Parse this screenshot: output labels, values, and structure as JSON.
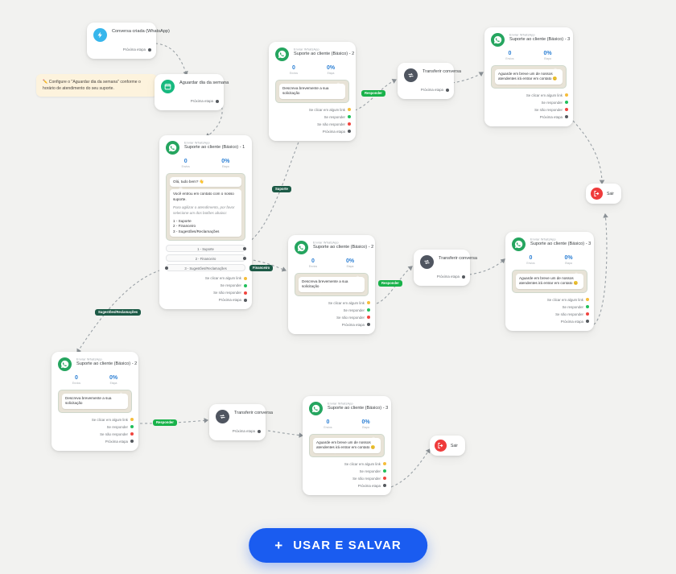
{
  "labels": {
    "kicker": "Enviar WhatsApp",
    "stat_total_label": "Envios",
    "stat_pct_label": "Etapa",
    "port_link": "Se clicar em algum link",
    "port_reply": "Se responder",
    "port_noreply": "Se não responder",
    "port_next": "Próxima etapa"
  },
  "note": {
    "icon": "pencil-icon",
    "text": "Configure o \"Aguardar dia da semana\" conforme o horário de atendimento do seu suporte."
  },
  "nodes": {
    "trigger": {
      "icon": "bolt-icon",
      "title": "Conversa criada (WhatsApp)",
      "next": "Próxima etapa"
    },
    "wait": {
      "icon": "calendar-icon",
      "title": "Aguardar dia da semana",
      "next": "Próxima etapa"
    },
    "menu": {
      "icon": "whatsapp-icon",
      "kicker": "Enviar WhatsApp",
      "title": "Suporte ao cliente (Básico) - 1",
      "stat_total": "0",
      "stat_pct": "0%",
      "msg_greeting": "Olá, tudo bem? 👋",
      "msg_line1": "Você entrou em contato com o nosso suporte.",
      "msg_line2": "Para agilizar o atendimento, por favor selecione um dos botões abaixo:",
      "msg_opt1": "1 - Suporte",
      "msg_opt2": "2 - Financeiro",
      "msg_opt3": "3 - Sugestões/Reclamações",
      "btn1": "1 - Suporte",
      "btn2": "2 - Financeiro",
      "btn3": "3 - Sugestões/Reclamações"
    },
    "ask_top": {
      "icon": "whatsapp-icon",
      "kicker": "Enviar WhatsApp",
      "title": "Suporte ao cliente (Básico) - 2",
      "stat_total": "0",
      "stat_pct": "0%",
      "msg": "Descreva brevemente a sua solicitação"
    },
    "ask_mid": {
      "icon": "whatsapp-icon",
      "kicker": "Enviar WhatsApp",
      "title": "Suporte ao cliente (Básico) - 2",
      "stat_total": "0",
      "stat_pct": "0%",
      "msg": "Descreva brevemente a sua solicitação"
    },
    "ask_bot": {
      "icon": "whatsapp-icon",
      "kicker": "Enviar WhatsApp",
      "title": "Suporte ao cliente (Básico) - 2",
      "stat_total": "0",
      "stat_pct": "0%",
      "msg": "Descreva brevemente a sua solicitação"
    },
    "transfer_top": {
      "icon": "transfer-icon",
      "title": "Transferir conversa",
      "next": "Próxima etapa"
    },
    "transfer_mid": {
      "icon": "transfer-icon",
      "title": "Transferir conversa",
      "next": "Próxima etapa"
    },
    "transfer_bot": {
      "icon": "transfer-icon",
      "title": "Transferir conversa",
      "next": "Próxima etapa"
    },
    "wait_top": {
      "icon": "whatsapp-icon",
      "kicker": "Enviar WhatsApp",
      "title": "Suporte ao cliente (Básico) - 3",
      "stat_total": "0",
      "stat_pct": "0%",
      "msg": "Aguarde em breve um de nossos atendentes irá entrar em contato 😊"
    },
    "wait_mid": {
      "icon": "whatsapp-icon",
      "kicker": "Enviar WhatsApp",
      "title": "Suporte ao cliente (Básico) - 3",
      "stat_total": "0",
      "stat_pct": "0%",
      "msg": "Aguarde em breve um de nossos atendentes irá entrar em contato 😊"
    },
    "wait_bot": {
      "icon": "whatsapp-icon",
      "kicker": "Enviar WhatsApp",
      "title": "Suporte ao cliente (Básico) - 3",
      "stat_total": "0",
      "stat_pct": "0%",
      "msg": "Aguarde em breve um de nossos atendentes irá entrar em contato 😊"
    },
    "exit_top": {
      "icon": "exit-icon",
      "title": "Sair"
    },
    "exit_bot": {
      "icon": "exit-icon",
      "title": "Sair"
    }
  },
  "edge_labels": {
    "suporte": "Suporte",
    "financeiro": "Financeiro",
    "sugestoes": "Sugestões/Reclamações",
    "responder_top": "Responder",
    "responder_mid": "Responder",
    "responder_bot": "Responder"
  },
  "cta": {
    "plus": "+",
    "label": "USAR E SALVAR"
  },
  "colors": {
    "accent": "#1a5cf0",
    "whatsapp": "#25a55f",
    "port_link": "#f5bd3a",
    "port_reply": "#21bf5c",
    "port_noreply": "#f0453f",
    "port_next": "#55595e",
    "edge_label": "#1c5a46",
    "edge_label_green": "#19b24a"
  }
}
